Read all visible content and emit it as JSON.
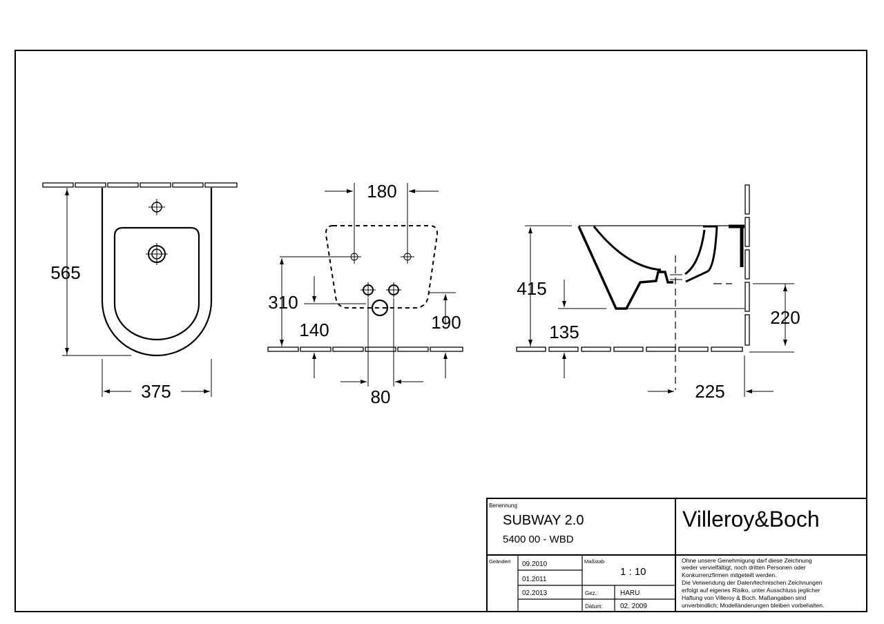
{
  "front_view": {
    "height_dim": "565",
    "width_dim": "375"
  },
  "rear_view": {
    "hole_spacing_top": "180",
    "height_310": "310",
    "height_140": "140",
    "height_190": "190",
    "hole_spacing_bottom": "80"
  },
  "side_view": {
    "height_415": "415",
    "height_135": "135",
    "height_220": "220",
    "depth_225": "225"
  },
  "title_block": {
    "benennung_label": "Benennung",
    "product_name": "SUBWAY 2.0",
    "article_number": "5400 00 - WBD",
    "brand": "Villeroy&Boch",
    "geaendert_label": "Geändert",
    "revisions": [
      "09.2010",
      "01.2011",
      "02.2013"
    ],
    "massstab_label": "Maßstab",
    "scale": "1 : 10",
    "gez_label": "Gez.:",
    "drawn_by": "HARU",
    "datum_label": "Datum:",
    "date": "02. 2009",
    "disclaimer": [
      "Ohne unsere Genehmigung darf diese Zeichnung",
      "weder vervielfältigt, noch dritten Personen oder",
      "Konkurrenzfirmen mitgeteilt werden.",
      "Die Verwendung der Daten/technischen Zeichnungen",
      "erfolgt auf eigenes Risiko, unter Ausschluss jeglicher",
      "Haftung von Villeroy & Boch. Maßangaben sind",
      "unverbindlich; Modelländerungen bleiben vorbehalten."
    ]
  }
}
